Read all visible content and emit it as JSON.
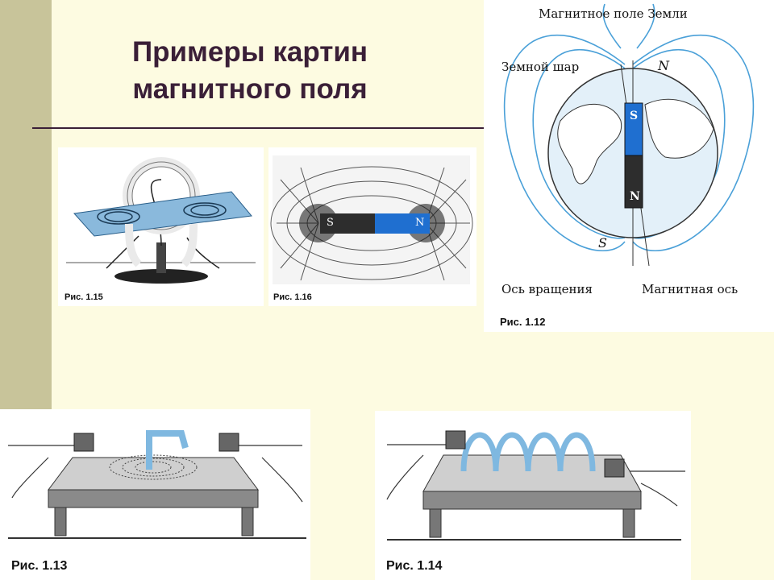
{
  "slide": {
    "title_line1": "Примеры картин",
    "title_line2": "магнитного поля"
  },
  "figures": {
    "fig_1_15": {
      "caption": "Рис. 1.15"
    },
    "fig_1_16": {
      "caption": "Рис. 1.16",
      "pole_s": "S",
      "pole_n": "N"
    },
    "fig_1_12": {
      "caption": "Рис. 1.12",
      "label_field": "Магнитное поле Земли",
      "label_globe": "Земной шар",
      "label_rotation_axis": "Ось вращения",
      "label_magnetic_axis": "Магнитная ось",
      "pole_n_outer": "N",
      "pole_s_outer": "S",
      "magnet_s": "S",
      "magnet_n": "N"
    },
    "fig_1_13": {
      "caption": "Рис. 1.13"
    },
    "fig_1_14": {
      "caption": "Рис. 1.14"
    }
  },
  "colors": {
    "background": "#fdfbe1",
    "left_bar": "#c8c49a",
    "title": "#3a1f37",
    "magnet_blue": "#1f6fd0",
    "field_line_blue": "#4aa0d8"
  }
}
